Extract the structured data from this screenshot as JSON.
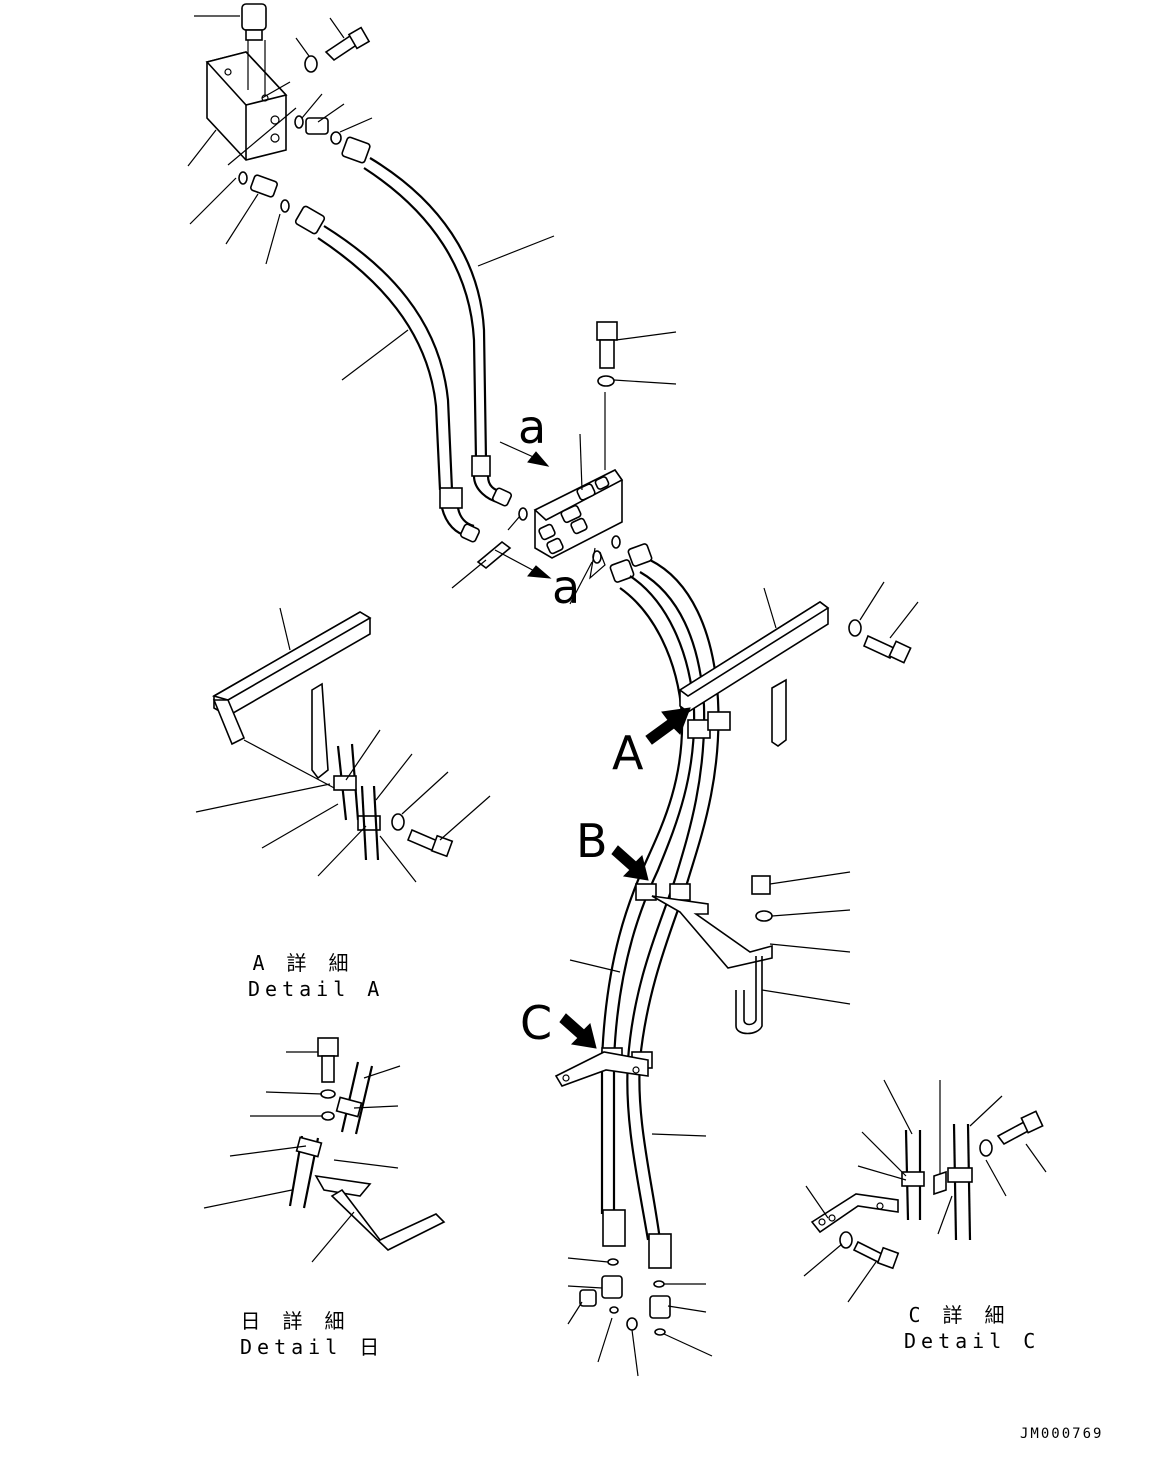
{
  "drawing_code": "JM000769",
  "view_arrows": {
    "a_top": "a",
    "a_bottom": "a",
    "A": "A",
    "B": "B",
    "C": "C"
  },
  "details": {
    "A": {
      "jp": "A 詳 細",
      "en": "Detail A"
    },
    "B": {
      "jp": "日 詳 細",
      "en": "Detail 日"
    },
    "C": {
      "jp": "C 詳 細",
      "en": "Detail C"
    }
  }
}
